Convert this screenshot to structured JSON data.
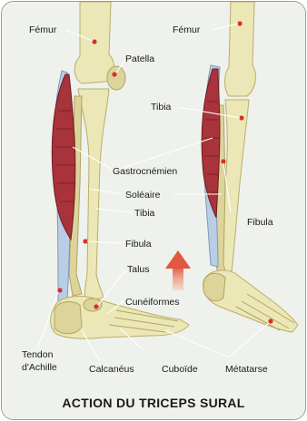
{
  "caption": "ACTION DU TRICEPS SURAL",
  "labels": {
    "femur_left": "Fémur",
    "femur_right": "Fémur",
    "patella": "Patella",
    "tibia_right": "Tibia",
    "gastrocnemien": "Gastrocnémien",
    "soleaire": "Soléaire",
    "tibia_left": "Tibia",
    "fibula_right": "Fibula",
    "fibula_left": "Fibula",
    "talus": "Talus",
    "cuneiformes": "Cunéiformes",
    "tendon_line1": "Tendon",
    "tendon_line2": "d'Achille",
    "calcaneus": "Calcanéus",
    "cuboide": "Cuboïde",
    "metatarse": "Métatarse"
  },
  "colors": {
    "background": "#eef1ec",
    "muscle": "#a8333a",
    "bone": "#ece7b6",
    "tendon": "#b9cde4",
    "arrow": "#e2573f",
    "label_dot": "#d9302c"
  }
}
